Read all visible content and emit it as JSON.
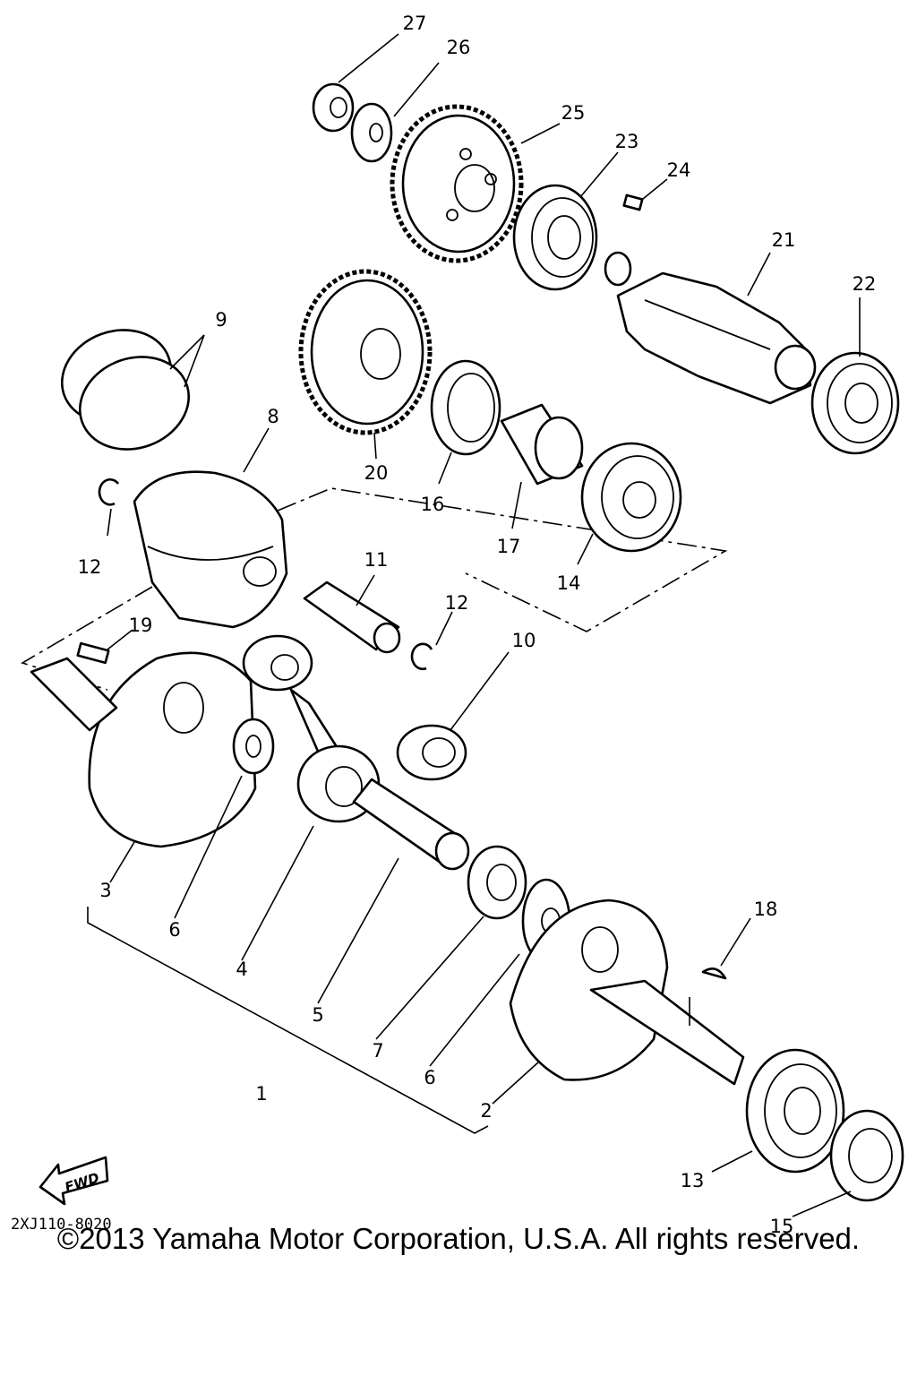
{
  "callouts": {
    "c1": "1",
    "c2": "2",
    "c3": "3",
    "c4": "4",
    "c5": "5",
    "c6a": "6",
    "c6b": "6",
    "c7": "7",
    "c8": "8",
    "c9": "9",
    "c10": "10",
    "c11": "11",
    "c12a": "12",
    "c12b": "12",
    "c13": "13",
    "c14": "14",
    "c15": "15",
    "c16": "16",
    "c17": "17",
    "c18": "18",
    "c19": "19",
    "c20": "20",
    "c21": "21",
    "c22": "22",
    "c23": "23",
    "c24": "24",
    "c25": "25",
    "c26": "26",
    "c27": "27"
  },
  "fwd_label": "FWD",
  "drawing_code": "2XJ110-8020",
  "copyright": "©2013 Yamaha Motor Corporation, U.S.A. All rights reserved."
}
